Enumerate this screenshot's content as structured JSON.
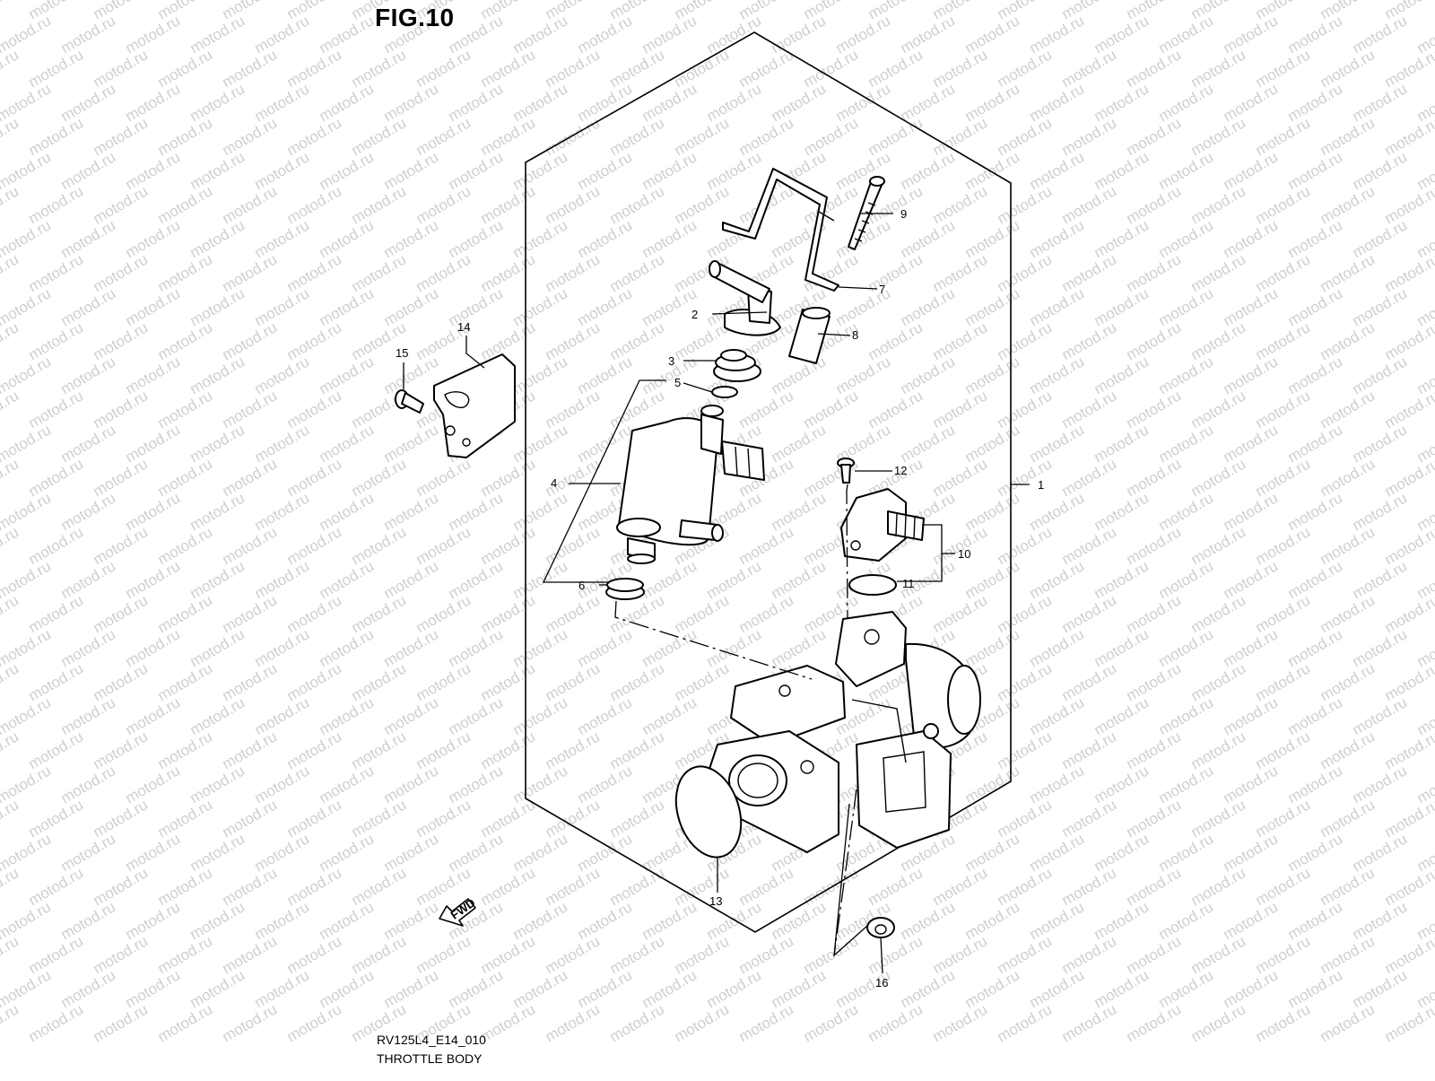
{
  "figure": {
    "title": "FIG.10",
    "code": "RV125L4_E14_010",
    "caption": "THROTTLE BODY"
  },
  "watermark": "motod.ru",
  "fwd_label": "FWD",
  "callouts": [
    "1",
    "2",
    "3",
    "4",
    "5",
    "6",
    "7",
    "8",
    "9",
    "10",
    "11",
    "12",
    "13",
    "14",
    "15",
    "16"
  ]
}
